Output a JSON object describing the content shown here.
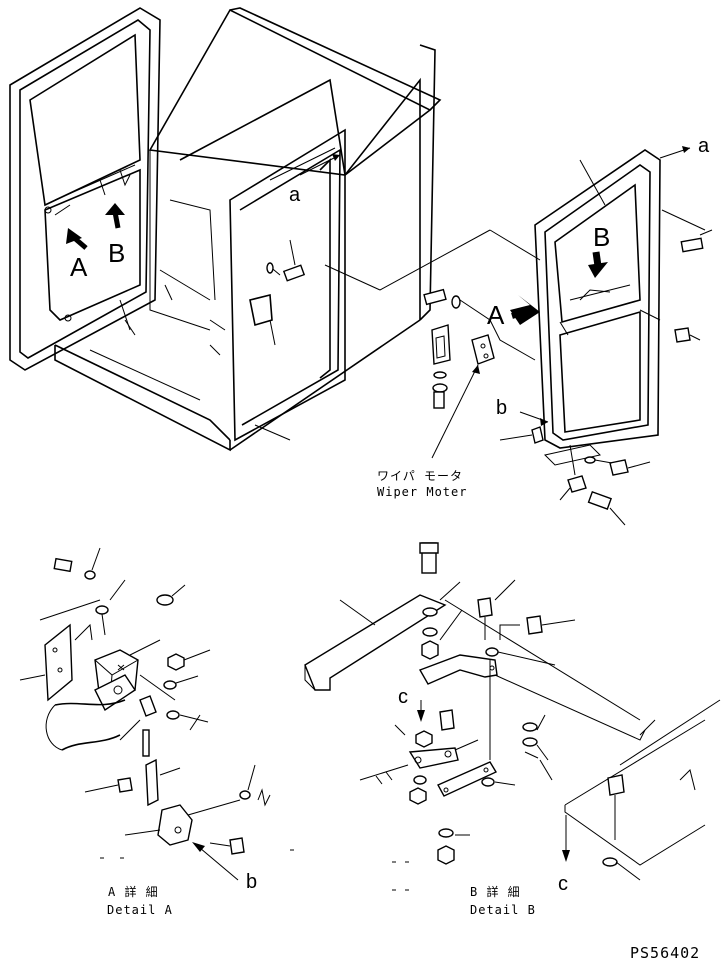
{
  "labels": {
    "callout_a_top": "a",
    "callout_a_mid": "a",
    "callout_b_right": "b",
    "callout_b_detail": "b",
    "callout_c_mid": "c",
    "callout_c_bottom": "c",
    "view_a_left": "A",
    "view_b_left": "B",
    "view_a_right": "A",
    "view_b_right": "B"
  },
  "wiper_motor": {
    "jp": "ワイパ モータ",
    "en": "Wiper Moter"
  },
  "detail_a": {
    "jp": "A 詳 細",
    "en": "Detail A"
  },
  "detail_b": {
    "jp": "B 詳 細",
    "en": "Detail B"
  },
  "drawing_code": "PS56402"
}
